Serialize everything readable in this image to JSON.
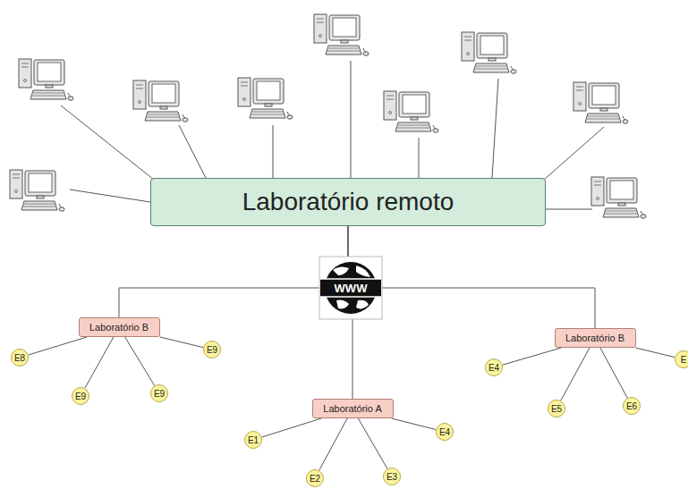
{
  "diagram": {
    "nodes": [
      {
        "text": [
          "Laboratório remoto"
        ]
      },
      {
        "text": [
          "Laboratório B"
        ]
      },
      {
        "text": [
          "Laboratório B"
        ]
      },
      {
        "text": [
          "Laboratório A"
        ]
      },
      {
        "text": [
          "E8"
        ]
      },
      {
        "text": [
          "E9"
        ]
      },
      {
        "text": [
          "E9"
        ]
      },
      {
        "text": [
          "E9"
        ]
      },
      {
        "text": [
          "E4"
        ]
      },
      {
        "text": [
          "E5"
        ]
      },
      {
        "text": [
          "E6"
        ]
      },
      {
        "text": [
          "E"
        ]
      },
      {
        "text": [
          "E1"
        ]
      },
      {
        "text": [
          "E2"
        ]
      },
      {
        "text": [
          "E3"
        ]
      },
      {
        "text": [
          "E4"
        ]
      }
    ],
    "edges": [
      {
        "from": 0,
        "to": 1,
        "arrow": "none"
      },
      {
        "from": 0,
        "to": 2,
        "arrow": "none"
      },
      {
        "from": 0,
        "to": 3,
        "arrow": "none"
      },
      {
        "from": 1,
        "to": 4,
        "arrow": "none"
      },
      {
        "from": 1,
        "to": 5,
        "arrow": "none"
      },
      {
        "from": 1,
        "to": 6,
        "arrow": "none"
      },
      {
        "from": 1,
        "to": 7,
        "arrow": "none"
      },
      {
        "from": 2,
        "to": 8,
        "arrow": "none"
      },
      {
        "from": 2,
        "to": 9,
        "arrow": "none"
      },
      {
        "from": 2,
        "to": 10,
        "arrow": "none"
      },
      {
        "from": 2,
        "to": 11,
        "arrow": "none"
      },
      {
        "from": 3,
        "to": 12,
        "arrow": "none"
      },
      {
        "from": 3,
        "to": 13,
        "arrow": "none"
      },
      {
        "from": 3,
        "to": 14,
        "arrow": "none"
      },
      {
        "from": 3,
        "to": 15,
        "arrow": "none"
      }
    ],
    "labels": [
      "WWW"
    ]
  }
}
